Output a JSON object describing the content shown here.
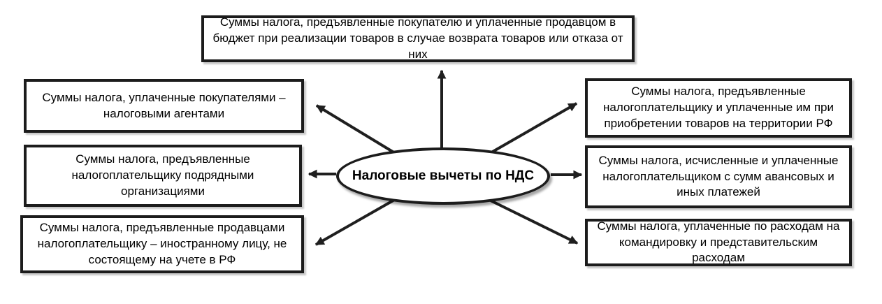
{
  "diagram": {
    "title": "Налоговые вычеты по НДС",
    "center": {
      "label": "Налоговые вычеты по НДС"
    },
    "nodes": [
      {
        "id": "top",
        "text": "Суммы налога, предъявленные покупателю и уплаченные продавцом в бюджет при реализации товаров в случае возврата товаров или отказа от них"
      },
      {
        "id": "left-1",
        "text": "Суммы налога, уплаченные покупателями – налоговыми агентами"
      },
      {
        "id": "left-2",
        "text": "Суммы налога, предъявленные налогоплательщику подрядными организациями"
      },
      {
        "id": "left-3",
        "text": "Суммы налога, предъявленные продавцами налогоплательщику – иностранному лицу, не состоящему на учете в РФ"
      },
      {
        "id": "right-1",
        "text": "Суммы налога, предъявленные налогоплательщику и уплаченные им при приобретении товаров на территории РФ"
      },
      {
        "id": "right-2",
        "text": "Суммы налога, исчисленные и уплаченные налогоплательщиком с сумм авансовых и иных платежей"
      },
      {
        "id": "right-3",
        "text": "Суммы налога, уплаченные по расходам на командировку и представительским расходам"
      }
    ],
    "colors": {
      "line": "#1f1f1f",
      "border": "#1c1c1c",
      "background": "#ffffff",
      "text": "#000000"
    }
  }
}
